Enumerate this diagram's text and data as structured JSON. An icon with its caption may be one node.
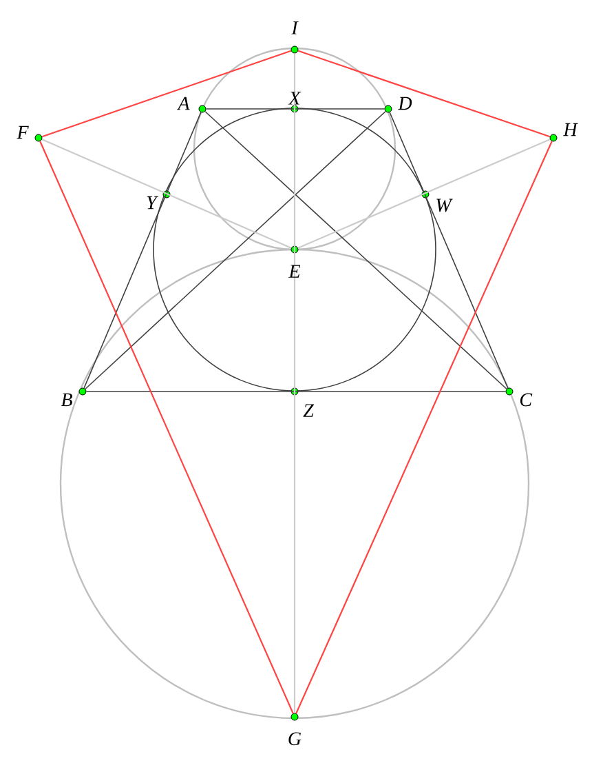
{
  "diagram": {
    "nodes": [
      {
        "text": [],
        "shape": "circle",
        "beside": [
          "I"
        ]
      },
      {
        "text": [],
        "shape": "circle",
        "beside": [
          "A"
        ]
      },
      {
        "text": [],
        "shape": "circle",
        "beside": [
          "X"
        ]
      },
      {
        "text": [],
        "shape": "circle",
        "beside": [
          "D"
        ]
      },
      {
        "text": [],
        "shape": "circle",
        "beside": [
          "F"
        ]
      },
      {
        "text": [],
        "shape": "circle",
        "beside": [
          "H"
        ]
      },
      {
        "text": [],
        "shape": "circle",
        "beside": [
          "Y"
        ]
      },
      {
        "text": [],
        "shape": "circle",
        "beside": [
          "W"
        ]
      },
      {
        "text": [],
        "shape": "circle",
        "beside": [
          "E"
        ]
      },
      {
        "text": [],
        "shape": "circle",
        "beside": [
          "B"
        ]
      },
      {
        "text": [],
        "shape": "circle",
        "beside": [
          "Z"
        ]
      },
      {
        "text": [],
        "shape": "circle",
        "beside": [
          "C"
        ]
      },
      {
        "text": [],
        "shape": "circle",
        "beside": [
          "G"
        ]
      }
    ],
    "edges": [
      {
        "from": 1,
        "to": 3,
        "arrow": "none"
      },
      {
        "from": 1,
        "to": 9,
        "arrow": "none"
      },
      {
        "from": 3,
        "to": 11,
        "arrow": "none"
      },
      {
        "from": 9,
        "to": 11,
        "arrow": "none"
      },
      {
        "from": 1,
        "to": 11,
        "arrow": "none"
      },
      {
        "from": 3,
        "to": 9,
        "arrow": "none"
      },
      {
        "from": 4,
        "to": 8,
        "arrow": "none",
        "color": "#cccccc"
      },
      {
        "from": 5,
        "to": 8,
        "arrow": "none",
        "color": "#cccccc"
      },
      {
        "from": 0,
        "to": 12,
        "arrow": "none",
        "color": "#cccccc"
      },
      {
        "from": 4,
        "to": 0,
        "arrow": "none",
        "color": "#ff4444"
      },
      {
        "from": 0,
        "to": 5,
        "arrow": "none",
        "color": "#ff4444"
      },
      {
        "from": 4,
        "to": 12,
        "arrow": "none",
        "color": "#ff4444"
      },
      {
        "from": 5,
        "to": 12,
        "arrow": "none",
        "color": "#ff4444"
      }
    ]
  }
}
